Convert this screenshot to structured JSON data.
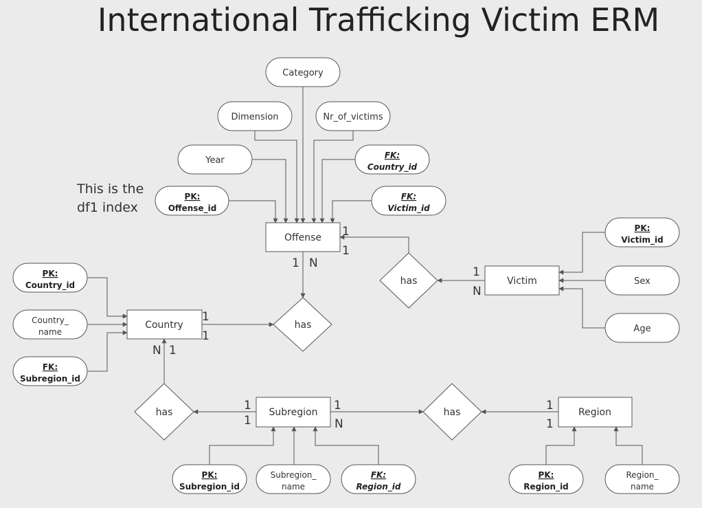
{
  "title": "International Trafficking Victim ERM",
  "note": [
    "This is the",
    "df1 index"
  ],
  "entities": {
    "offense": "Offense",
    "victim": "Victim",
    "country": "Country",
    "subregion": "Subregion",
    "region": "Region"
  },
  "relations": {
    "offense_victim": "has",
    "country_offense": "has",
    "subregion_country": "has",
    "region_subregion": "has"
  },
  "attributes": {
    "category": "Category",
    "dimension": "Dimension",
    "nr_of_victims": "Nr_of_victims",
    "year": "Year",
    "offense_pk": {
      "label": "PK:",
      "name": "Offense_id"
    },
    "offense_fk_country": {
      "label": "FK:",
      "name": "Country_id"
    },
    "offense_fk_victim": {
      "label": "FK:",
      "name": "Victim_id"
    },
    "victim_pk": {
      "label": "PK:",
      "name": "Victim_id"
    },
    "sex": "Sex",
    "age": "Age",
    "country_pk": {
      "label": "PK:",
      "name": "Country_id"
    },
    "country_name": [
      "Country_",
      "name"
    ],
    "country_fk_subregion": {
      "label": "FK:",
      "name": "Subregion_id"
    },
    "subregion_pk": {
      "label": "PK:",
      "name": "Subregion_id"
    },
    "subregion_name": [
      "Subregion_",
      "name"
    ],
    "subregion_fk_region": {
      "label": "FK:",
      "name": "Region_id"
    },
    "region_pk": {
      "label": "PK:",
      "name": "Region_id"
    },
    "region_name": [
      "Region_",
      "name"
    ]
  },
  "cardinalities": {
    "offense_right_top": "1",
    "offense_right_bottom": "1",
    "offense_bottom_left": "1",
    "offense_bottom_right": "N",
    "victim_top": "1",
    "victim_bottom": "N",
    "country_right_top": "1",
    "country_right_bottom": "1",
    "country_bottom_left": "N",
    "country_bottom_right": "1",
    "subregion_left_top": "1",
    "subregion_left_bottom": "1",
    "subregion_right_top": "1",
    "subregion_right_bottom": "N",
    "region_left_top": "1",
    "region_left_bottom": "1"
  },
  "colors": {
    "background": "#ebebeb",
    "shape_fill": "#ffffff",
    "stroke": "#555555",
    "text": "#222222"
  }
}
